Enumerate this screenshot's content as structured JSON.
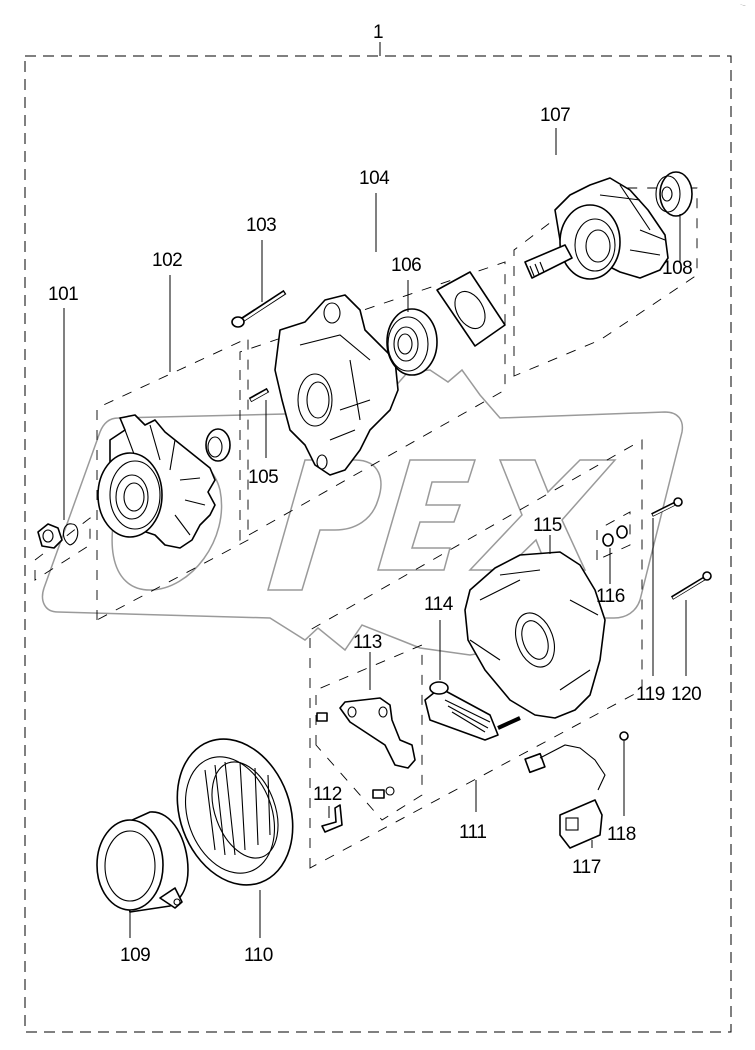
{
  "diagram": {
    "title": "Alternator assembly — exploded parts view",
    "watermark": "OPEX",
    "corner_mark": "⁻‒",
    "assembly_label": "1",
    "parts": [
      {
        "id": "101",
        "label": "101",
        "part": "nut-and-washer"
      },
      {
        "id": "102",
        "label": "102",
        "part": "pulley-and-fan"
      },
      {
        "id": "103",
        "label": "103",
        "part": "long-bolt"
      },
      {
        "id": "104",
        "label": "104",
        "part": "drive-end-bracket"
      },
      {
        "id": "105",
        "label": "105",
        "part": "short-screw"
      },
      {
        "id": "106",
        "label": "106",
        "part": "ball-bearing"
      },
      {
        "id": "107",
        "label": "107",
        "part": "rotor-assembly"
      },
      {
        "id": "108",
        "label": "108",
        "part": "slip-ring-bearing"
      },
      {
        "id": "109",
        "label": "109",
        "part": "cover"
      },
      {
        "id": "110",
        "label": "110",
        "part": "stator"
      },
      {
        "id": "111",
        "label": "111",
        "part": "rectifier-group"
      },
      {
        "id": "112",
        "label": "112",
        "part": "terminal-clip"
      },
      {
        "id": "113",
        "label": "113",
        "part": "regulator"
      },
      {
        "id": "114",
        "label": "114",
        "part": "brush-holder"
      },
      {
        "id": "115",
        "label": "115",
        "part": "slip-ring-end-housing"
      },
      {
        "id": "116",
        "label": "116",
        "part": "nuts"
      },
      {
        "id": "117",
        "label": "117",
        "part": "wiring-harness"
      },
      {
        "id": "118",
        "label": "118",
        "part": "small-nut"
      },
      {
        "id": "119",
        "label": "119",
        "part": "screw"
      },
      {
        "id": "120",
        "label": "120",
        "part": "through-bolt"
      }
    ]
  }
}
